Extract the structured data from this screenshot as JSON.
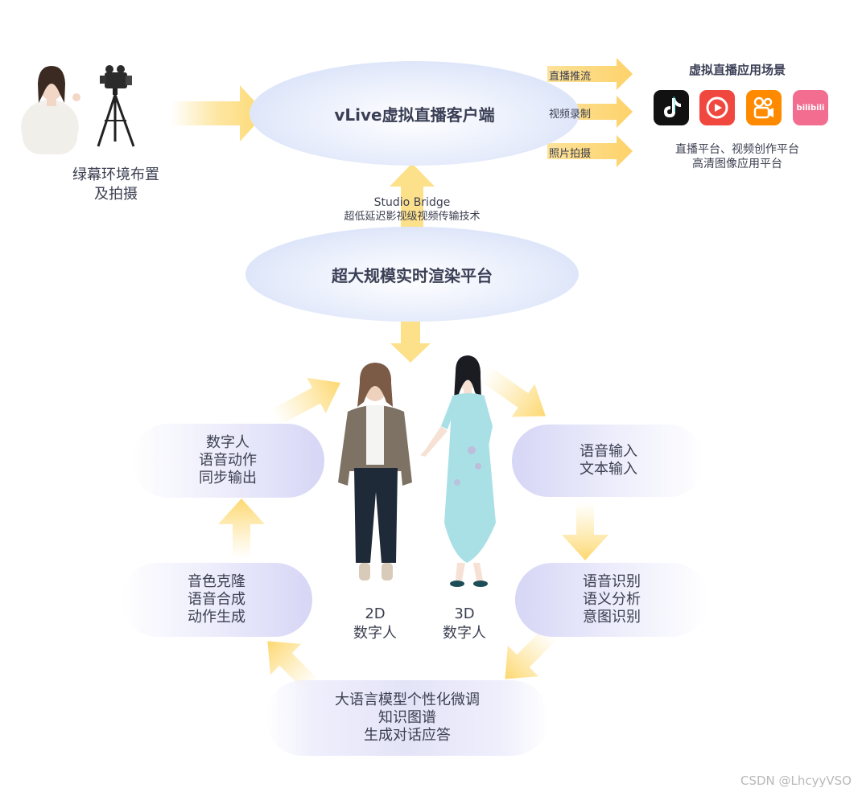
{
  "setup": {
    "label_line1": "绿幕环境布置",
    "label_line2": "及拍摄"
  },
  "client": {
    "title": "vLive虚拟直播客户端"
  },
  "outputs": {
    "items": [
      "直播推流",
      "视频录制",
      "照片拍摄"
    ]
  },
  "scenarios": {
    "title": "虚拟直播应用场景",
    "desc_line1": "直播平台、视频创作平台",
    "desc_line2": "高清图像应用平台",
    "apps": [
      {
        "name": "tiktok-icon",
        "color": "#111111"
      },
      {
        "name": "xigua-icon",
        "color": "#f0483e"
      },
      {
        "name": "kuaishou-icon",
        "color": "#ff8a00"
      },
      {
        "name": "bilibili-icon",
        "color": "#f26d8f"
      }
    ],
    "bilibili_text": "bilibili"
  },
  "bridge": {
    "line1": "Studio Bridge",
    "line2": "超低延迟影视级视频传输技术"
  },
  "render": {
    "title": "超大规模实时渲染平台"
  },
  "avatars": {
    "a2d_line1": "2D",
    "a2d_line2": "数字人",
    "a3d_line1": "3D",
    "a3d_line2": "数字人"
  },
  "cycle": {
    "input": [
      "语音输入",
      "文本输入"
    ],
    "asr": [
      "语音识别",
      "语义分析",
      "意图识别"
    ],
    "llm": [
      "大语言模型个性化微调",
      "知识图谱",
      "生成对话应答"
    ],
    "tts": [
      "音色克隆",
      "语音合成",
      "动作生成"
    ],
    "sync": [
      "数字人",
      "语音动作",
      "同步输出"
    ]
  },
  "watermark": "CSDN @LhcyyVSO",
  "colors": {
    "arrow": "#fde08a",
    "ellipse": "#dbe4f8",
    "pill": "#dcdcf7",
    "text": "#3b3f50"
  }
}
